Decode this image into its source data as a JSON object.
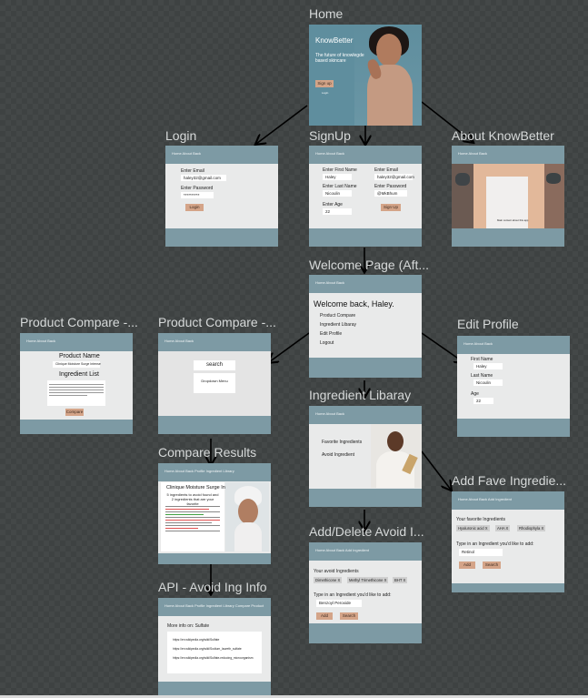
{
  "colors": {
    "canvas": "#3e4242",
    "nav": "#7d9aa4",
    "frame": "#e9eaea",
    "button": "#d4a488",
    "hero": "#5f8e9e"
  },
  "titles": {
    "home": "Home",
    "login": "Login",
    "signup": "SignUp",
    "about": "About KnowBetter",
    "welcome": "Welcome Page (Aft...",
    "compare_left": "Product Compare -...",
    "compare_mid": "Product Compare -...",
    "edit_profile": "Edit Profile",
    "ingredient_library": "Ingredient Libaray",
    "compare_results": "Compare Results",
    "add_fave": "Add Fave Ingredie...",
    "add_delete_avoid": "Add/Delete Avoid I...",
    "api_info": "API - Avoid Ing Info"
  },
  "nav": {
    "basic": "Home  About  Back",
    "profile": "Home  About  Back   Profile   Ingredient Library",
    "add_ingredient": "Home  About  Back   Add Ingredient",
    "api": "Home  About  Back   Profile   Ingredient Library   Compare Product"
  },
  "home": {
    "brand": "KnowBetter",
    "tagline": "The future of knowlegde based skincare",
    "signup": "Sign up",
    "login": "Login"
  },
  "login": {
    "email_label": "Enter Email",
    "email_value": "haley32@gmail.com",
    "password_label": "Enter Password",
    "password_value": "**********",
    "button": "Login"
  },
  "signup": {
    "first_label": "Enter First Name",
    "first_value": "Haley",
    "last_label": "Enter Last Name",
    "last_value": "Nicoulin",
    "age_label": "Enter Age",
    "age_value": "22",
    "email_label": "Enter Email",
    "email_value": "haley32@gmail.com",
    "password_label": "Enter Password",
    "password_value": "@MkBhum",
    "button": "Sign Up"
  },
  "about": {
    "caption": "Main content about this app"
  },
  "welcome": {
    "heading": "Welcome back, Haley.",
    "links": [
      "Product Compare",
      "Ingredient Libaray",
      "Edit Profile",
      "Logout"
    ]
  },
  "compare_left": {
    "product_label": "Product Name",
    "product_value": "Clinique Moisture Surge Intense",
    "ingredient_label": "Ingredient List",
    "button": "Compare"
  },
  "compare_mid": {
    "search": "search",
    "dropdown": "Dropdown Menu"
  },
  "edit_profile": {
    "first_label": "First Name",
    "first_value": "Haley",
    "last_label": "Last Name",
    "last_value": "Nicoulin",
    "age_label": "Age",
    "age_value": "22"
  },
  "ingredient_library": {
    "items": [
      "Favorite Ingredients",
      "Avoid Ingredient"
    ]
  },
  "compare_results": {
    "product": "Clinique Moisture Surge Intense",
    "summary": "5 ingredients to avoid found and 2 ingredients that are your favorite"
  },
  "add_fave": {
    "heading": "Your favorite Ingredients",
    "chips": [
      "Hyaluronic acid  X",
      "AHA  X",
      "Rhodiophyla  X"
    ],
    "prompt": "Type in an Ingredient you'd like to add:",
    "value": "Retinol",
    "add": "Add",
    "search": "Search"
  },
  "add_avoid": {
    "heading": "Your avoid Ingredients",
    "chips": [
      "Dimethicone  X",
      "Methyl Trimethicone  X",
      "BHT  X"
    ],
    "prompt": "Type in an Ingredient you'd like to add:",
    "value": "Benzoyl Peroxide",
    "add": "Add",
    "search": "Search"
  },
  "api_info": {
    "heading": "More info on: Sulfate",
    "links": [
      "https://en.wikipedia.org/wiki/Sulfate",
      "https://en.wikipedia.org/wiki/Sodium_laureth_sulfate",
      "https://en.wikipedia.org/wiki/Sulfate-reducing_microorganism"
    ]
  }
}
